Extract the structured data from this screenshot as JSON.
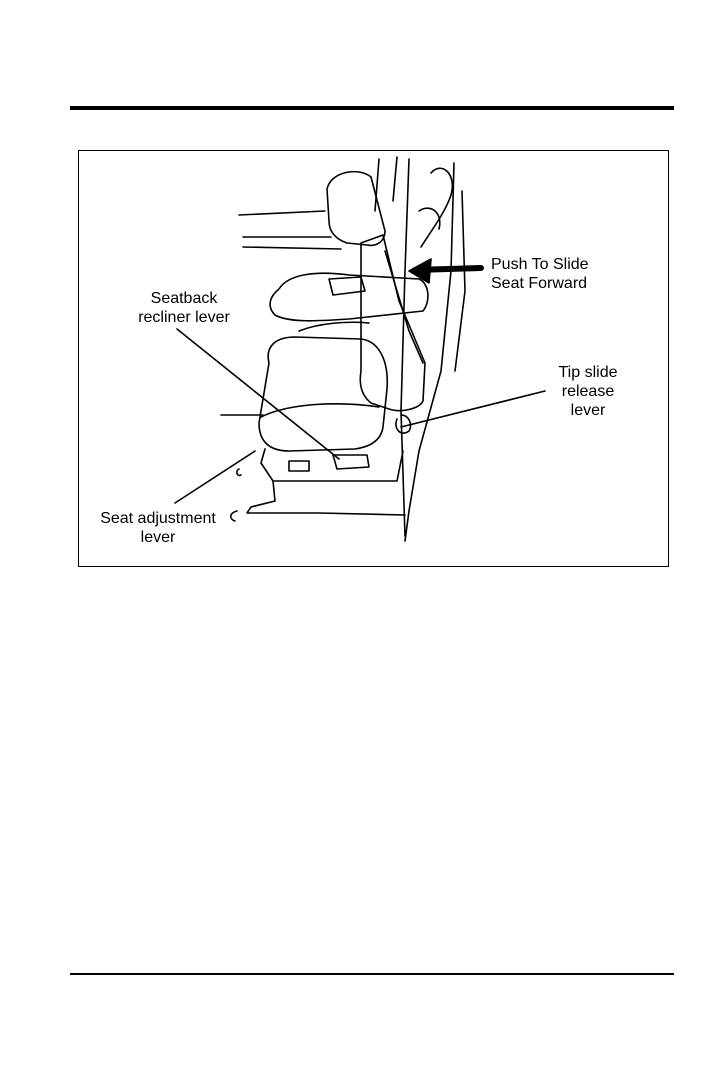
{
  "figure": {
    "labels": {
      "seatback_recliner_lever": "Seatback\nrecliner lever",
      "push_to_slide": "Push To Slide\nSeat Forward",
      "tip_slide_release_lever": "Tip slide\nrelease\nlever",
      "seat_adjustment_lever": "Seat adjustment\nlever"
    }
  }
}
